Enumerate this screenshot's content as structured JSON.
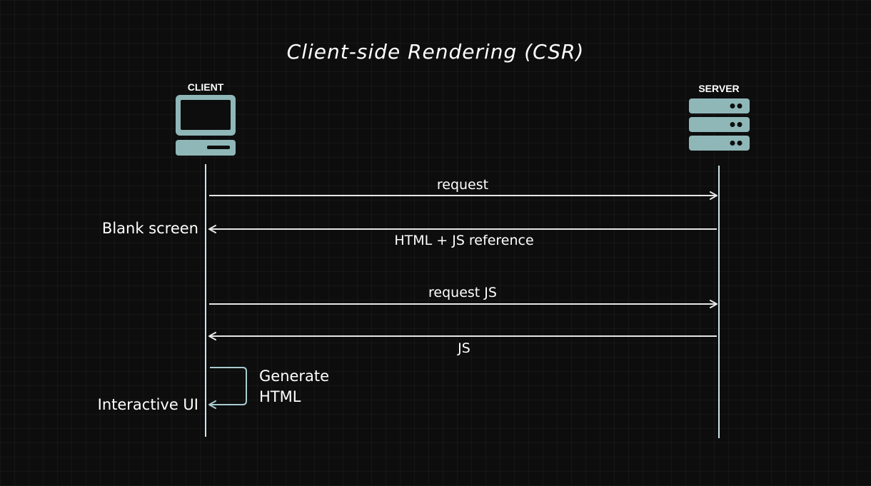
{
  "title": "Client-side Rendering (CSR)",
  "actors": {
    "client": {
      "label": "CLIENT",
      "icon": "computer-icon"
    },
    "server": {
      "label": "SERVER",
      "icon": "server-icon"
    }
  },
  "colors": {
    "icon": "#8fb7b8",
    "arrow": "#e6e6e6",
    "loop": "#a9ccd0",
    "background": "#0d0d0d"
  },
  "messages": [
    {
      "label": "request",
      "direction": "client-to-server"
    },
    {
      "label": "HTML + JS reference",
      "direction": "server-to-client"
    },
    {
      "label": "request JS",
      "direction": "client-to-server"
    },
    {
      "label": "JS",
      "direction": "server-to-client"
    }
  ],
  "self_message": {
    "line1": "Generate",
    "line2": "HTML"
  },
  "notes": {
    "blank_screen": "Blank screen",
    "interactive_ui": "Interactive UI"
  }
}
